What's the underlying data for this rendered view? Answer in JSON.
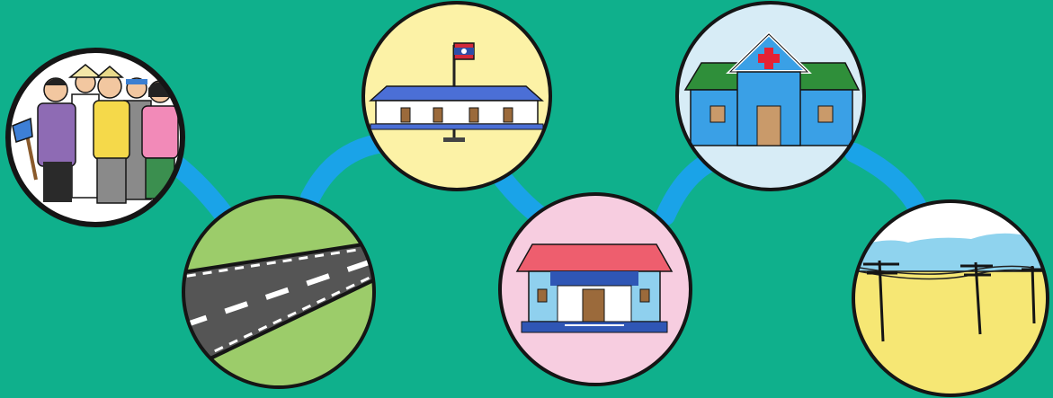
{
  "colors": {
    "background": "#0fb08c",
    "connector": "#1aa3e8",
    "outline": "#151515",
    "people_bg": "#ffffff",
    "road_bg": "#9ccc6a",
    "school_bg": "#fcf2a6",
    "house_bg": "#f7cde0",
    "clinic_bg": "#d7ecf6",
    "power_bg": "#f6e774",
    "mountain": "#8fd3ee"
  },
  "medallions": [
    {
      "subject": "villagers",
      "icon": "people-icon"
    },
    {
      "subject": "road",
      "icon": "road-icon"
    },
    {
      "subject": "school",
      "icon": "school-icon"
    },
    {
      "subject": "house",
      "icon": "house-icon"
    },
    {
      "subject": "health-center",
      "icon": "clinic-icon"
    },
    {
      "subject": "electricity",
      "icon": "power-line-icon"
    }
  ]
}
